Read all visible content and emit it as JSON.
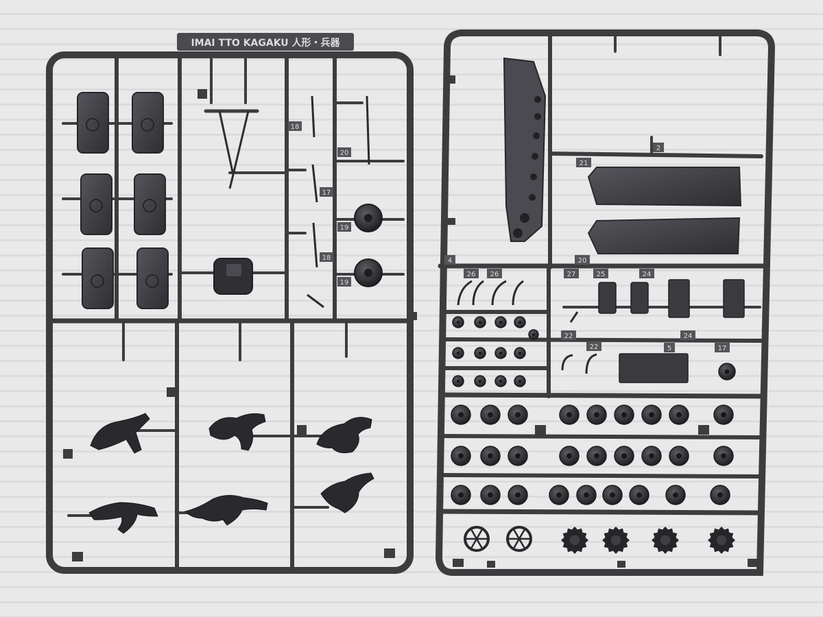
{
  "photo": {
    "colors": {
      "background": "#e9e9ea",
      "background_stripe": "#dcdcde",
      "plastic": "#3d3d40",
      "plastic_dark": "#26262a",
      "plastic_light": "#6a6a70",
      "label": "#dcdcdc"
    },
    "left_sprue": {
      "tab_label": "IMAI TTO KAGAKU 人形・兵器",
      "part_numbers": [
        "18",
        "20",
        "17",
        "19",
        "18",
        "19"
      ]
    },
    "right_sprue": {
      "part_numbers": [
        "2",
        "21",
        "4",
        "20",
        "26",
        "26",
        "27",
        "25",
        "24",
        "22",
        "22",
        "24",
        "5",
        "17"
      ]
    }
  }
}
